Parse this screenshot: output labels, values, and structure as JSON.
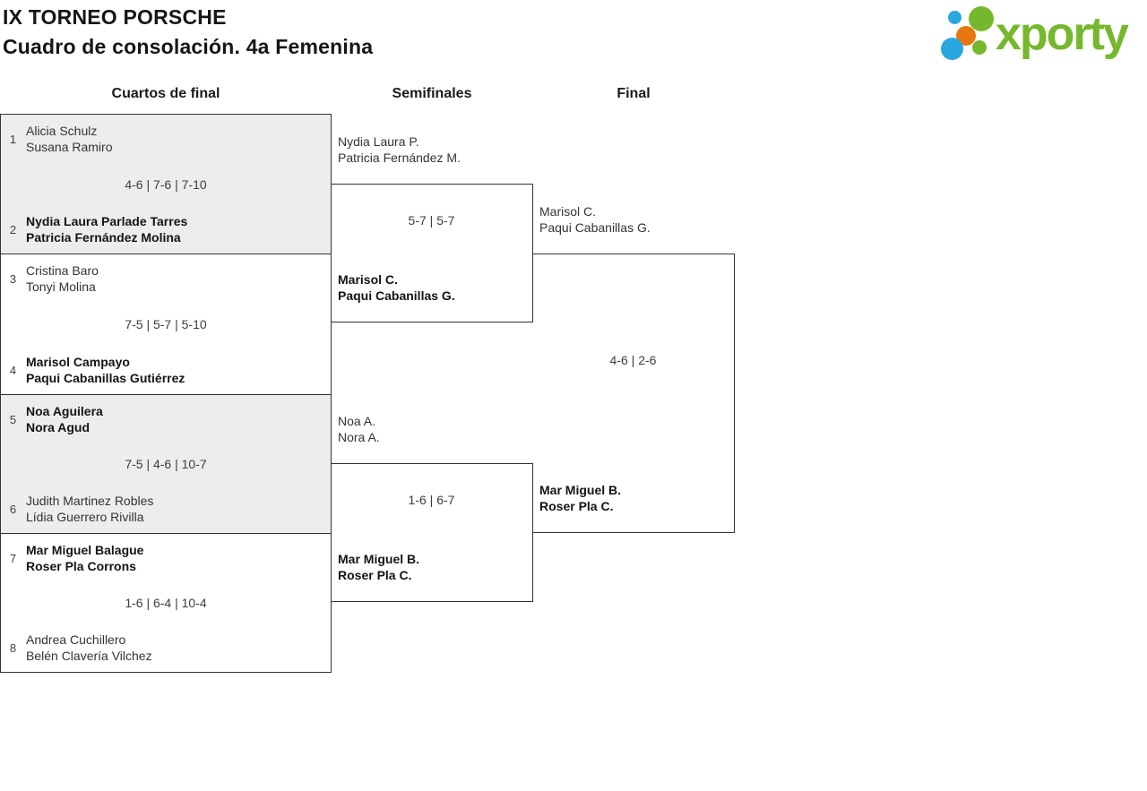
{
  "header": {
    "title_line1": "IX TORNEO PORSCHE",
    "title_line2": "Cuadro de consolación. 4a Femenina",
    "logo": {
      "wordmark": "xporty",
      "green": "#76b82d",
      "blue": "#2aa7de",
      "orange": "#e87610"
    }
  },
  "round_headers": [
    {
      "label": "Cuartos de final"
    },
    {
      "label": "Semifinales"
    },
    {
      "label": "Final"
    }
  ],
  "bracket": {
    "quarterfinals": [
      {
        "shaded": true,
        "top": {
          "seed": "1",
          "names": [
            "Alicia Schulz",
            "Susana Ramiro"
          ],
          "winner": false
        },
        "score": "4-6 | 7-6 | 7-10",
        "bottom": {
          "seed": "2",
          "names": [
            "Nydia Laura Parlade Tarres",
            "Patricia Fernández Molina"
          ],
          "winner": true
        }
      },
      {
        "shaded": false,
        "top": {
          "seed": "3",
          "names": [
            "Cristina Baro",
            "Tonyi Molina"
          ],
          "winner": false
        },
        "score": "7-5 | 5-7 | 5-10",
        "bottom": {
          "seed": "4",
          "names": [
            "Marisol Campayo",
            "Paqui Cabanillas Gutiérrez"
          ],
          "winner": true
        }
      },
      {
        "shaded": true,
        "top": {
          "seed": "5",
          "names": [
            "Noa Aguilera",
            "Nora Agud"
          ],
          "winner": true
        },
        "score": "7-5 | 4-6 | 10-7",
        "bottom": {
          "seed": "6",
          "names": [
            "Judith Martinez Robles",
            "Lídia Guerrero Rivilla"
          ],
          "winner": false
        }
      },
      {
        "shaded": false,
        "top": {
          "seed": "7",
          "names": [
            "Mar Miguel Balague",
            "Roser Pla Corrons"
          ],
          "winner": true
        },
        "score": "1-6 | 6-4 | 10-4",
        "bottom": {
          "seed": "8",
          "names": [
            "Andrea Cuchillero",
            "Belén Clavería Vilchez"
          ],
          "winner": false
        }
      }
    ],
    "semifinals": [
      {
        "top": {
          "names": [
            "Nydia Laura P.",
            "Patricia Fernández M."
          ],
          "winner": false
        },
        "score": "5-7 | 5-7",
        "bottom": {
          "names": [
            "Marisol C.",
            "Paqui Cabanillas G."
          ],
          "winner": true
        }
      },
      {
        "top": {
          "names": [
            "Noa A.",
            "Nora A."
          ],
          "winner": false
        },
        "score": "1-6 | 6-7",
        "bottom": {
          "names": [
            "Mar Miguel B.",
            "Roser Pla C."
          ],
          "winner": true
        }
      }
    ],
    "final": {
      "top": {
        "names": [
          "Marisol C.",
          "Paqui Cabanillas G."
        ],
        "winner": false
      },
      "score": "4-6 | 2-6",
      "bottom": {
        "names": [
          "Mar Miguel B.",
          "Roser Pla C."
        ],
        "winner": true
      }
    }
  }
}
